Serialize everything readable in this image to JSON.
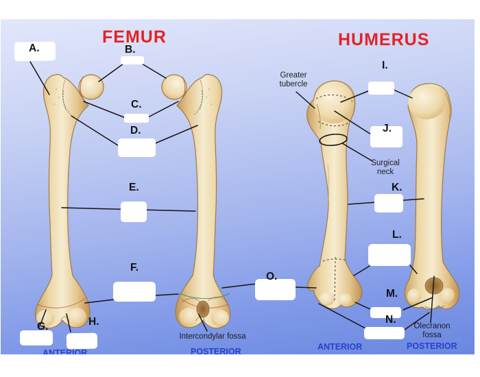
{
  "titles": {
    "femur": "FEMUR",
    "humerus": "HUMERUS"
  },
  "labels": [
    {
      "letter": "A."
    },
    {
      "letter": "B."
    },
    {
      "letter": "C."
    },
    {
      "letter": "D."
    },
    {
      "letter": "E."
    },
    {
      "letter": "F."
    },
    {
      "letter": "G."
    },
    {
      "letter": "H."
    },
    {
      "letter": "I."
    },
    {
      "letter": "J."
    },
    {
      "letter": "K."
    },
    {
      "letter": "L."
    },
    {
      "letter": "M."
    },
    {
      "letter": "N."
    },
    {
      "letter": "O."
    }
  ],
  "annotations": {
    "greater_tubercle": "Greater\ntubercle",
    "surgical_neck": "Surgical\nneck",
    "intercondylar_fossa": "Intercondylar fossa",
    "olecranon_fossa": "Olecranon\nfossa"
  },
  "view_labels": {
    "femur_anterior": "ANTERIOR",
    "femur_posterior": "POSTERIOR",
    "humerus_anterior": "ANTERIOR",
    "humerus_posterior": "POSTERIOR"
  },
  "colors": {
    "title_red": "#e42226",
    "view_label_blue": "#2940cc",
    "leader_line": "#141414",
    "bone_highlight": "#f6ecd0",
    "bone_shadow": "#c09253",
    "panel_gradient_top": "#e2e7fb",
    "panel_gradient_bottom": "#6a87e0",
    "answer_box": "#ffffff"
  }
}
